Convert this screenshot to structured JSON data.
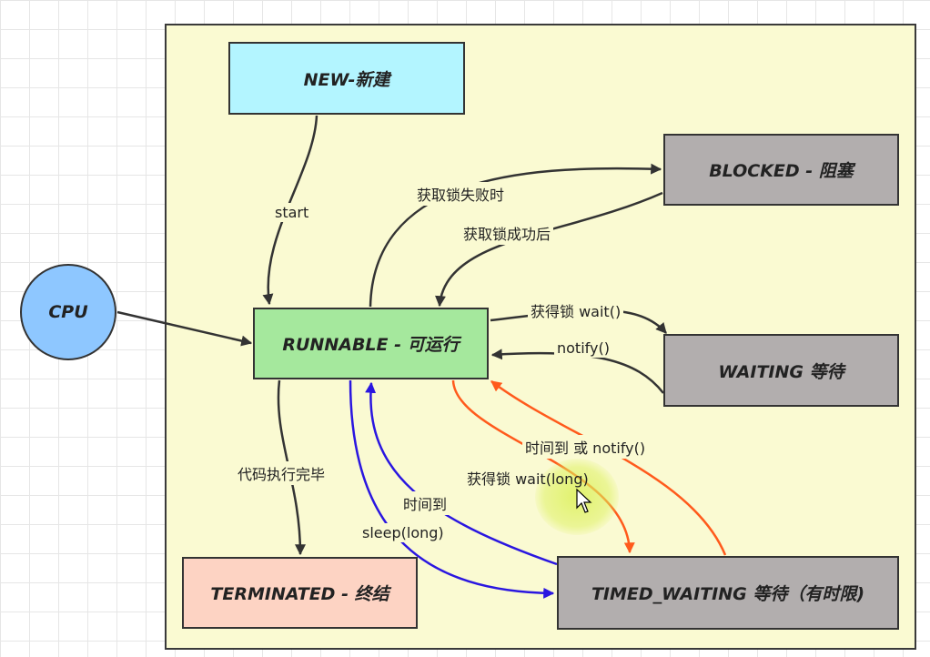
{
  "states": {
    "new": "NEW-新建",
    "blocked": "BLOCKED - 阻塞",
    "runnable": "RUNNABLE - 可运行",
    "waiting": "WAITING 等待",
    "terminated": "TERMINATED - 终结",
    "timed_waiting": "TIMED_WAITING 等待（有时限)",
    "cpu": "CPU"
  },
  "transitions": {
    "start": "start",
    "lock_fail": "获取锁失败时",
    "lock_success": "获取锁成功后",
    "wait": "获得锁 wait()",
    "notify": "notify()",
    "finished": "代码执行完毕",
    "time_up": "时间到",
    "sleep": "sleep(long)",
    "wait_long": "获得锁 wait(long)",
    "time_or_notify": "时间到 或 notify()"
  },
  "colors": {
    "dark_edge": "#333333",
    "blue_edge": "#2a16e0",
    "orange_edge": "#ff5a1c"
  }
}
